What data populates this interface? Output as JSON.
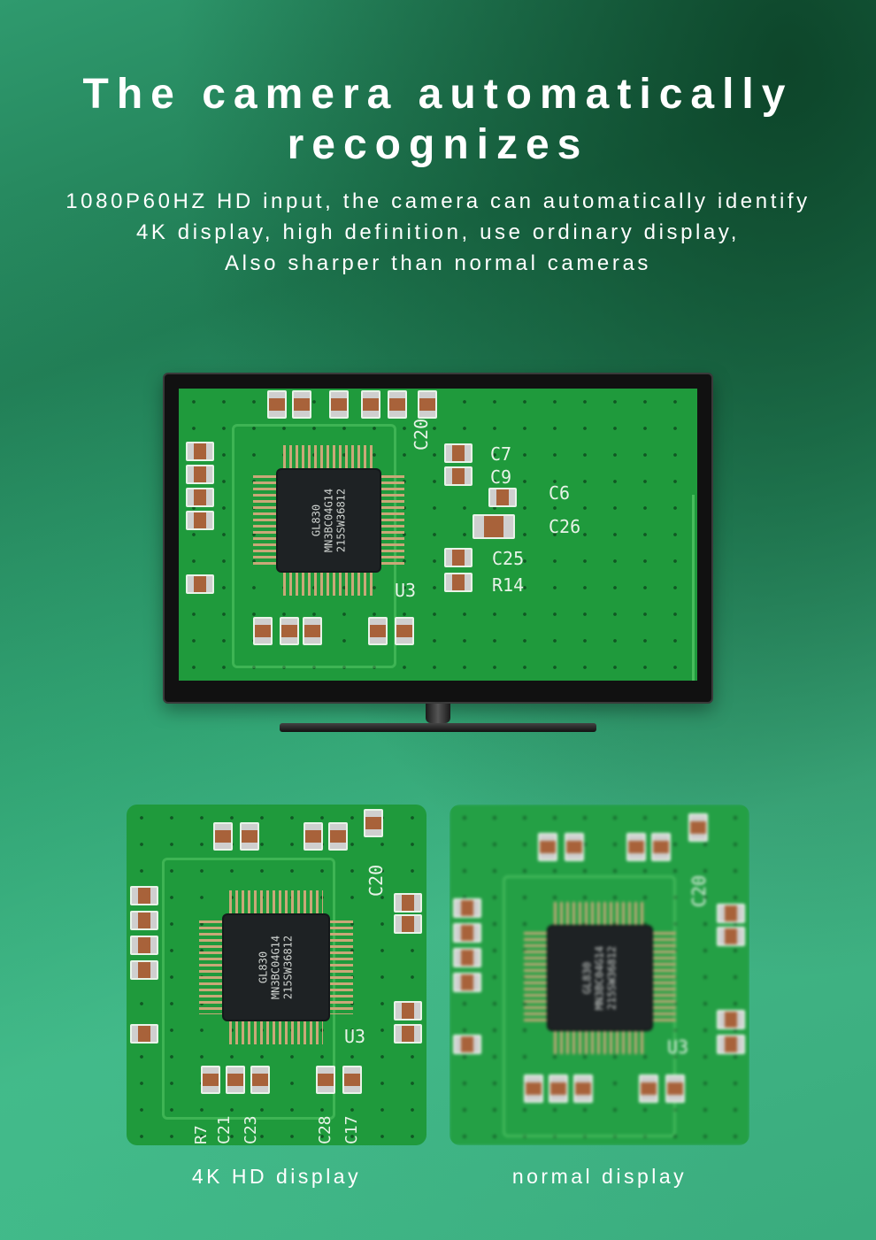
{
  "heading": {
    "line1": "The camera automatically",
    "line2": "recognizes"
  },
  "description": {
    "line1": "1080P60HZ HD input, the camera can automatically identify",
    "line2": "4K display, high definition, use ordinary display,",
    "line3": "Also sharper than normal cameras"
  },
  "board": {
    "chip_lines": [
      "GL830",
      "MN3BC04G14",
      "215SW36812"
    ],
    "labels": [
      "C7",
      "C9",
      "C6",
      "C26",
      "C25",
      "R14",
      "U3",
      "C20"
    ],
    "panel_labels": [
      "C20",
      "U3",
      "R7",
      "C21",
      "C23",
      "C28",
      "C17"
    ]
  },
  "comparison": {
    "left_caption": "4K HD display",
    "right_caption": "normal display"
  },
  "colors": {
    "pcb_green": "#1f9a3c",
    "background_dark": "#0d4a2c",
    "background_light": "#41b585"
  }
}
